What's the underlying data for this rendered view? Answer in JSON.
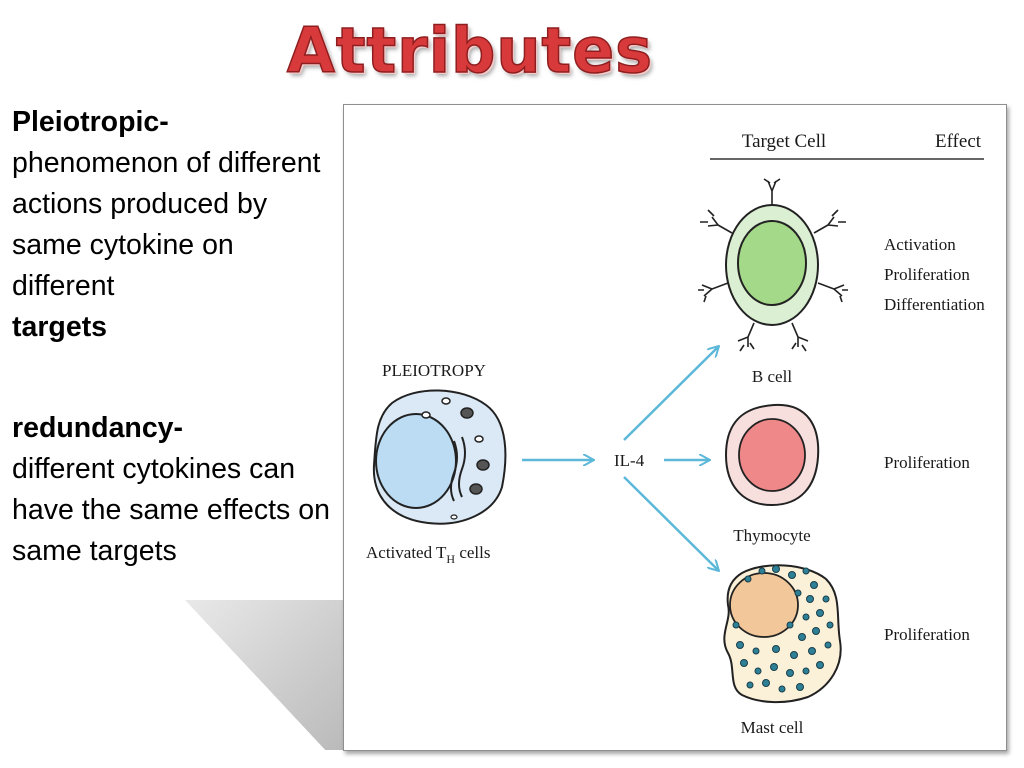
{
  "slide": {
    "title": "Attributes"
  },
  "definitions": {
    "pleiotropic": {
      "term": "Pleiotropic-",
      "text": "phenomenon of different actions produced by same cytokine on different",
      "strong": "targets"
    },
    "redundancy": {
      "term": "redundancy-",
      "text": "different cytokines can have the same effects on same targets"
    }
  },
  "figure": {
    "header_target": "Target Cell",
    "header_effect": "Effect",
    "panel_label": "PLEIOTROPY",
    "source_cell_label": "Activated T",
    "source_cell_sub": "H",
    "source_cell_suffix": " cells",
    "cytokine": "IL-4",
    "targets": [
      {
        "name": "B cell",
        "effects": [
          "Activation",
          "Proliferation",
          "Differentiation"
        ]
      },
      {
        "name": "Thymocyte",
        "effects": [
          "Proliferation"
        ]
      },
      {
        "name": "Mast cell",
        "effects": [
          "Proliferation"
        ]
      }
    ],
    "colors": {
      "arrow": "#5cb8d8",
      "th_cell": "#dbe9f6",
      "th_nucleus": "#bcdcf4",
      "b_cell": "#dbefd3",
      "b_nucleus": "#a5d98a",
      "thymocyte": "#f7dfde",
      "thymocyte_nucleus": "#ef8888",
      "mast_cell": "#fbf0d8",
      "mast_nucleus": "#f2c89a",
      "granule": "#2e8097"
    }
  }
}
